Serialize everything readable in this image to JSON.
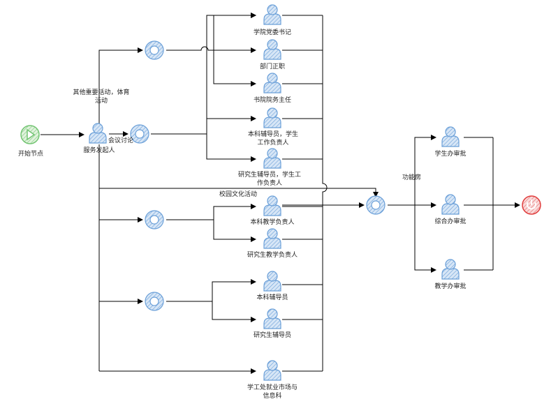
{
  "colors": {
    "edge": "#000000",
    "node_blue": "#6a9fd8",
    "node_fill": "#cfe1f5",
    "start_green": "#72c472",
    "start_fill": "#d6f0d2",
    "end_red": "#e03c3c",
    "end_fill": "#f8d0d0"
  },
  "icons": {
    "start": "play-triangle-icon",
    "end": "power-icon",
    "gateway": "ring-icon",
    "person": "person-icon"
  },
  "nodes": {
    "start": "开始节点",
    "initiator": "服务发起人",
    "p1": "学院党委书记",
    "p2": "部门正职",
    "p3": "书院院务主任",
    "p4": "本科辅导员，学生工作负责人",
    "p5": "研究生辅导员，学生工作负责人",
    "p6": "本科教学负责人",
    "p7": "研究生教学负责人",
    "p8": "本科辅导员",
    "p9": "研究生辅导员",
    "p10": "学工处就业市场与信息科",
    "a1": "学生办审批",
    "a2": "综合办审批",
    "a3": "教学办审批"
  },
  "edges": {
    "e1": "其他重要活动，体育活动",
    "e2": "会议讨论",
    "e3": "校园文化活动",
    "e4": "功能房"
  }
}
